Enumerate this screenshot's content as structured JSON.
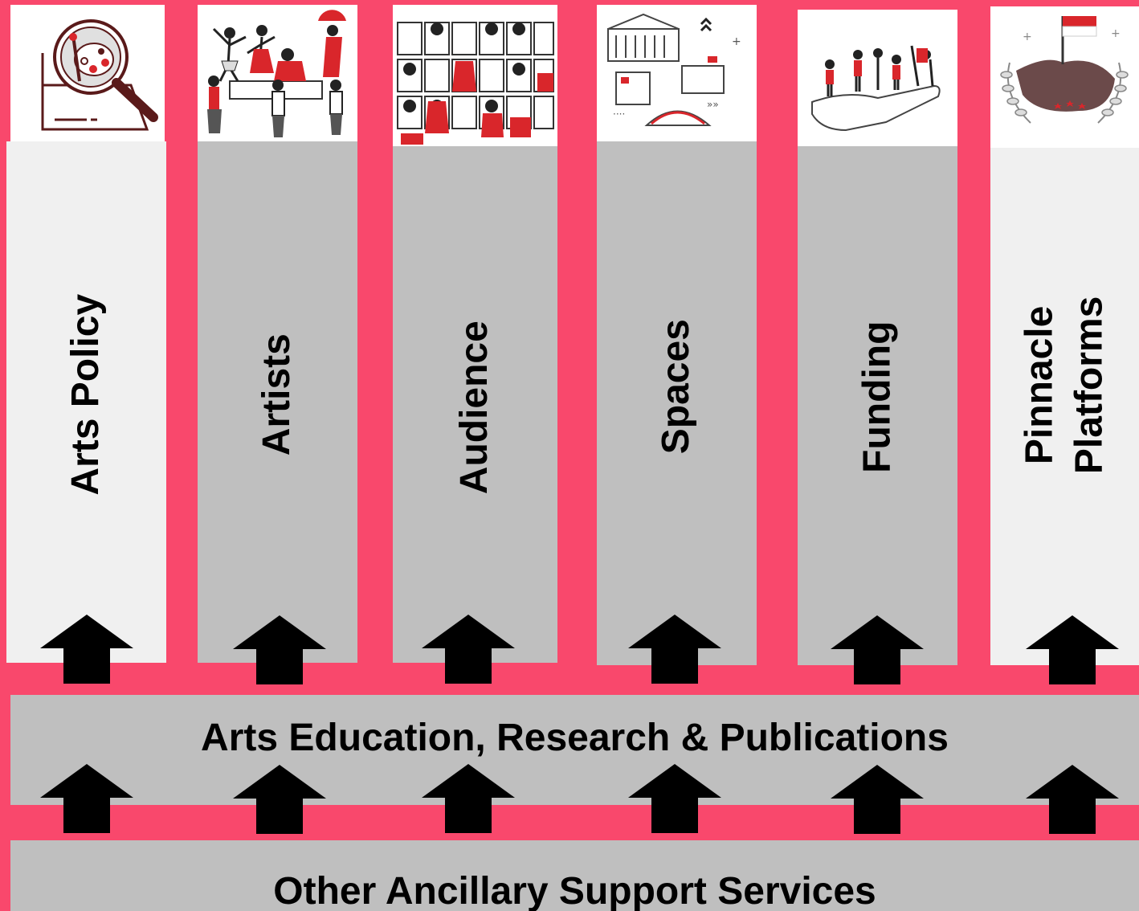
{
  "pillars": [
    {
      "label": "Arts Policy",
      "icon": "magnifier-palette-icon",
      "bg": "#f0f0f0"
    },
    {
      "label": "Artists",
      "icon": "performers-icon",
      "bg": "#bfbfbf"
    },
    {
      "label": "Audience",
      "icon": "audience-crowd-icon",
      "bg": "#bfbfbf"
    },
    {
      "label": "Spaces",
      "icon": "buildings-icon",
      "bg": "#bfbfbf"
    },
    {
      "label": "Funding",
      "icon": "hand-supporting-artists-icon",
      "bg": "#bfbfbf"
    },
    {
      "label": "Pinnacle Platforms",
      "label_line1": "Pinnacle",
      "label_line2": "Platforms",
      "icon": "flag-laurel-icon",
      "bg": "#f0f0f0"
    }
  ],
  "bands": {
    "education": "Arts Education, Research & Publications",
    "ancillary": "Other Ancillary Support Services"
  },
  "colors": {
    "background": "#f9486c",
    "pillar_grey": "#bfbfbf",
    "pillar_light": "#f0f0f0",
    "icon_accent": "#d9262b",
    "arrow": "#000000"
  }
}
